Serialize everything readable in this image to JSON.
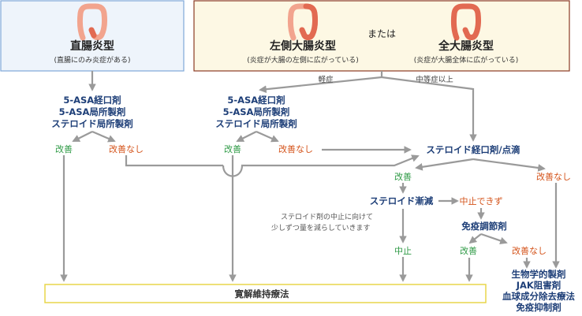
{
  "boxes": {
    "rectal": {
      "title": "直腸炎型",
      "subtitle": "(直腸にのみ炎症がある)"
    },
    "or_label": "または",
    "left_sided": {
      "title": "左側大腸炎型",
      "subtitle": "(炎症が大腸の左側に広がっている)"
    },
    "pancolitis": {
      "title": "全大腸炎型",
      "subtitle": "(炎症が大腸全体に広がっている)"
    }
  },
  "severity": {
    "mild": "軽症",
    "moderate": "中等症以上"
  },
  "treatments": {
    "rectal": [
      "5-ASA経口剤",
      "5-ASA局所製剤",
      "ステロイド局所製剤"
    ],
    "left": [
      "5-ASA経口剤",
      "5-ASA局所製剤",
      "ステロイド局所製剤"
    ]
  },
  "outcomes": {
    "improved": "改善",
    "not_improved": "改善なし"
  },
  "steroid": {
    "oral_iv": "ステロイド経口剤/点滴",
    "taper": "ステロイド漸減",
    "taper_note": [
      "ステロイド剤の中止に向けて",
      "少しずつ量を減らしていきます"
    ],
    "stop": "中止",
    "cannot_stop": "中止できず",
    "immunomodulator": "免疫調節剤"
  },
  "advanced_therapy": [
    "生物学的製剤",
    "JAK阻害剤",
    "血球成分除去療法",
    "免疫抑制剤"
  ],
  "maintenance": "寛解維持療法",
  "colors": {
    "panel_blue_bg": "#eef4fb",
    "panel_blue_border": "#7fa8d8",
    "panel_cream_bg": "#fdf8e4",
    "panel_brown_border": "#8b3b24",
    "maintenance_border": "#e8d54a",
    "navy_text": "#1e3f78",
    "green_text": "#2e9a45",
    "red_text": "#d4531a",
    "line_gray": "#9a9a9a",
    "colon_pink": "#f2a48e",
    "colon_inflamed": "#e26a52"
  },
  "icons": [
    "colon-icon-rectal",
    "colon-icon-left",
    "colon-icon-total"
  ]
}
